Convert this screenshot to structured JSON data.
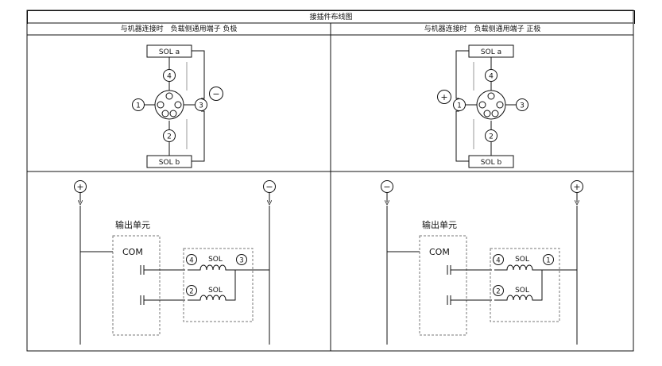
{
  "title": "接插件布线图",
  "left_panel": {
    "header": "与机器连接时　负载侧通用端子 负极",
    "connector": {
      "sol_a": "SOL a",
      "sol_b": "SOL b",
      "pins": [
        "1",
        "2",
        "3",
        "4"
      ],
      "polarity": "−"
    },
    "wiring": {
      "top_left_symbol": "+",
      "top_right_symbol": "−",
      "output_unit": "输出单元",
      "com": "COM",
      "coil_top": {
        "pin_left": "4",
        "label": "SOL",
        "pin_right": "3"
      },
      "coil_bottom": {
        "pin_left": "2",
        "label": "SOL"
      }
    }
  },
  "right_panel": {
    "header": "与机器连接时　负载侧通用端子 正极",
    "connector": {
      "sol_a": "SOL a",
      "sol_b": "SOL b",
      "pins": [
        "1",
        "2",
        "3",
        "4"
      ],
      "polarity": "+"
    },
    "wiring": {
      "top_left_symbol": "−",
      "top_right_symbol": "+",
      "output_unit": "输出单元",
      "com": "COM",
      "coil_top": {
        "pin_left": "4",
        "label": "SOL",
        "pin_right": "1"
      },
      "coil_bottom": {
        "pin_left": "2",
        "label": "SOL"
      }
    }
  }
}
